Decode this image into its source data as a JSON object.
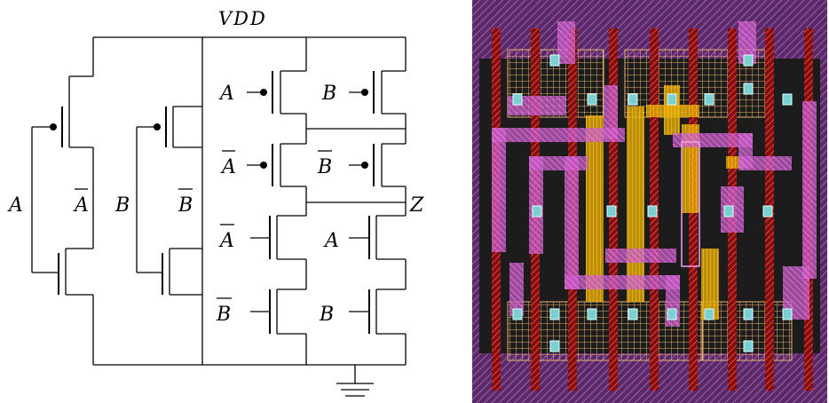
{
  "schematic": {
    "supply_label": "VDD",
    "output_label": "Z",
    "inverter_a": {
      "input": "A",
      "output": "A"
    },
    "inverter_b": {
      "input": "B",
      "output": "B"
    },
    "xor_gates": {
      "pmos_top_left": "A",
      "pmos_top_right": "B",
      "pmos_bottom_left": "A",
      "pmos_bottom_right": "B",
      "nmos_top_left": "A",
      "nmos_top_right": "A",
      "nmos_bottom_left": "B",
      "nmos_bottom_right": "B"
    },
    "wire_color": "#000000"
  },
  "layout": {
    "background": "#1c1c1c",
    "rail_color": "#8c4d9c",
    "poly_color": "#e03030",
    "metal1_color": "#c060c0",
    "metal2_color": "#e8a800",
    "diffusion_color": "#e0b870"
  }
}
